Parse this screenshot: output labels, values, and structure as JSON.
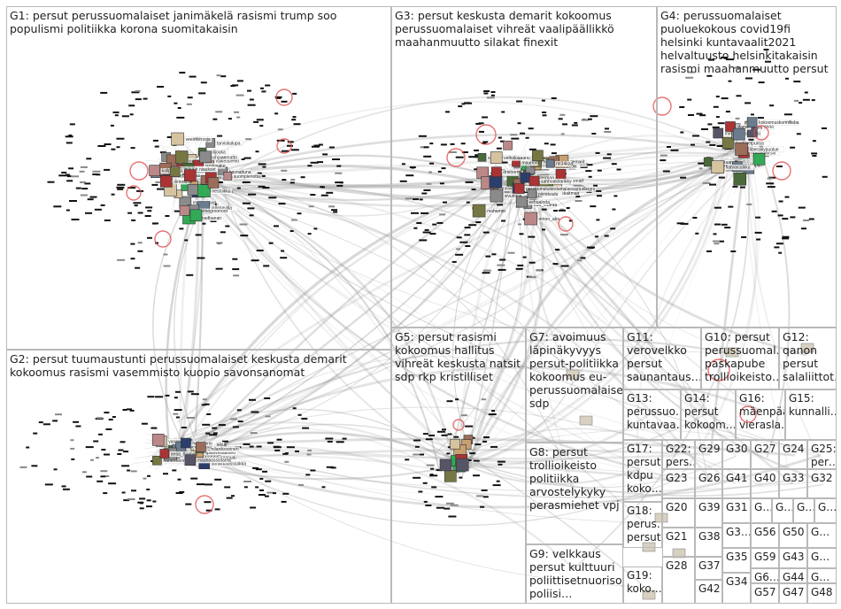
{
  "graph": {
    "groups": [
      {
        "id": "G1",
        "label": "G1: persut perussuomalaiset janimäkelä rasismi trump soo populismi politiikka korona suomitakaisin"
      },
      {
        "id": "G2",
        "label": "G2: persut tuumaustunti perussuomalaiset keskusta demarit kokoomus rasismi vasemmisto kuopio savonsanomat"
      },
      {
        "id": "G3",
        "label": "G3: persut keskusta demarit kokoomus perussuomalaiset vihreät vaalipäällikkö maahanmuutto silakat finexit"
      },
      {
        "id": "G4",
        "label": "G4: perussuomalaiset puoluekokous covid19fi helsinki kuntavaalit2021 helvaltuusto helsinkitakaisin rasismi maahanmuutto persut"
      },
      {
        "id": "G5",
        "label": "G5: persut rasismi kokoomus hallitus vihreät keskusta natsit sdp rkp kristilliset"
      },
      {
        "id": "G7",
        "label": "G7: avoimuus läpinäkyvyys persut-politiikka kokoomus eu-perussuomalaiset sdp"
      },
      {
        "id": "G8",
        "label": "G8: persut trollioikeisto politiikka arvostelykyky perasmiehet vpj"
      },
      {
        "id": "G9",
        "label": "G9: velkkaus persut kulttuuri poliittisetnuorisoj… poliisi…"
      },
      {
        "id": "G10",
        "label": "G10: persut perussuomal… paskapube trollioikeisto…"
      },
      {
        "id": "G11",
        "label": "G11: verovelkko persut saunantaus…"
      },
      {
        "id": "G12",
        "label": "G12: qanon persut salaliittot…"
      },
      {
        "id": "G13",
        "label": "G13: perussuo… kuntavaa…"
      },
      {
        "id": "G14",
        "label": "G14: persut kokoom…"
      },
      {
        "id": "G15",
        "label": "G15: kunnalli…"
      },
      {
        "id": "G16",
        "label": "G16: mäenpää vierasla…"
      },
      {
        "id": "G17",
        "label": "G17: persut kdpu koko…"
      },
      {
        "id": "G18",
        "label": "G18: perus… persut"
      },
      {
        "id": "G19",
        "label": "G19: koko…"
      },
      {
        "id": "G20",
        "label": "G20"
      },
      {
        "id": "G21",
        "label": "G21"
      },
      {
        "id": "G22",
        "label": "G22: pers…"
      },
      {
        "id": "G23",
        "label": "G23"
      },
      {
        "id": "G24",
        "label": "G24"
      },
      {
        "id": "G25",
        "label": "G25: per…"
      },
      {
        "id": "G26",
        "label": "G26"
      },
      {
        "id": "G27",
        "label": "G27"
      },
      {
        "id": "G28",
        "label": "G28"
      },
      {
        "id": "G29",
        "label": "G29"
      },
      {
        "id": "G30",
        "label": "G30"
      },
      {
        "id": "G31",
        "label": "G31"
      },
      {
        "id": "G32",
        "label": "G32"
      },
      {
        "id": "G33",
        "label": "G33"
      },
      {
        "id": "G34",
        "label": "G34"
      },
      {
        "id": "G35",
        "label": "G35"
      },
      {
        "id": "G36",
        "label": "G3…"
      },
      {
        "id": "G37",
        "label": "G37"
      },
      {
        "id": "G38",
        "label": "G38"
      },
      {
        "id": "G39",
        "label": "G39"
      },
      {
        "id": "G40",
        "label": "G40"
      },
      {
        "id": "G41",
        "label": "G41"
      },
      {
        "id": "G42",
        "label": "G42"
      },
      {
        "id": "G43",
        "label": "G43"
      },
      {
        "id": "G44",
        "label": "G44"
      },
      {
        "id": "G47",
        "label": "G47"
      },
      {
        "id": "G48",
        "label": "G48"
      },
      {
        "id": "G50",
        "label": "G50"
      },
      {
        "id": "G56",
        "label": "G56"
      },
      {
        "id": "G57",
        "label": "G57"
      },
      {
        "id": "G59",
        "label": "G59"
      },
      {
        "id": "G6x",
        "label": "G6…"
      },
      {
        "id": "Gc",
        "label": "G…"
      },
      {
        "id": "Gd",
        "label": "G…"
      },
      {
        "id": "Ge",
        "label": "G…"
      },
      {
        "id": "Gf",
        "label": "G…"
      },
      {
        "id": "Gg",
        "label": "G…"
      },
      {
        "id": "Gh",
        "label": "G…"
      },
      {
        "id": "Gi",
        "label": "G…"
      }
    ],
    "node_labels": [
      "montaarson",
      "riiddnerstrps",
      "selpalaotionnri",
      "jallapavilla",
      "tiltaalerrijaa",
      "simogroonoot",
      "svhstoanen",
      "villaatalia",
      "sabadbanan",
      "persut",
      "nimaidavibo",
      "viheast",
      "juhmaaleopinen",
      "haynattuna",
      "polijouka",
      "amdip10",
      "valkeaselvu",
      "mukunen",
      "janimaake",
      "tarviskalupa",
      "hanritamberg",
      "pohelkkanen",
      "janiaukset",
      "dimmu14",
      "veeinkersoja",
      "sininlinie",
      "vastelenkipa",
      "suompienotta",
      "nestoikko",
      "kallpmedia",
      "ohjaanmatto",
      "rompsiraasuai",
      "joupouhina",
      "youtube",
      "vasaaintaeri",
      "hamrehenma",
      "lipasivesaasteu",
      "kuolemkuumikus",
      "sdmilanikoorinen",
      "ngerkuimala",
      "annlikkaasssakka",
      "heikkiihrio",
      "aeaa_thomas",
      "maanaassistanta",
      "annivikoortsit",
      "aua_vaaraa",
      "annisokassakkatee",
      "kilkolkattausaa",
      "suomenauliuomia",
      "uutinlopkrinkopolk",
      "yuurirajaaa",
      "mantanchaeminf",
      "alkusaiatinen",
      "elaamiehkaama",
      "trampiem",
      "mahamm",
      "dmon_abo",
      "haldolaaeveaamenoa",
      "demarit",
      "maunonf",
      "veltoiloaaanu",
      "alawasmallingro",
      "dmitrom",
      "sivuinnie",
      "kokoomuskaitmaa",
      "etestermaa",
      "mt34kaa",
      "sahhoalolarikky",
      "perattomalunestam",
      "piirinkoulu",
      "eebaaloda",
      "piiramaa",
      "lingliinetpurisa",
      "yingpittem",
      "mimpenta",
      "sannasi",
      "ripsinkoorsin",
      "vareralopan",
      "ptsoriaan",
      "ljfamo",
      "kokoomuskonniliaba",
      "flatvarcaikka",
      "liberalilypuolue"
    ]
  }
}
